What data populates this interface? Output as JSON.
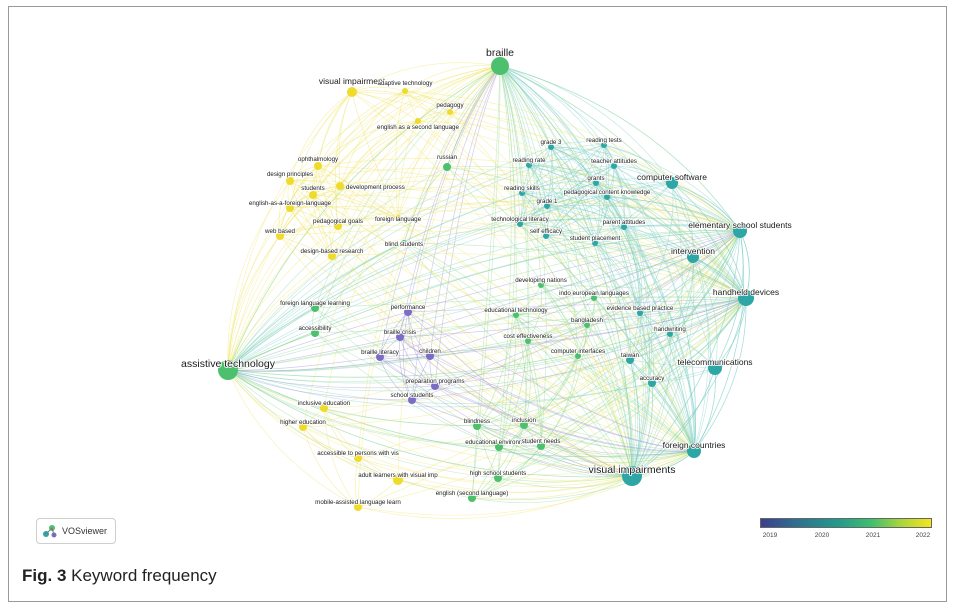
{
  "diagram": {
    "type": "keyword co-occurrence network",
    "caption_label": "Fig. 3",
    "caption_text": "Keyword frequency",
    "brand": "VOSviewer",
    "legend": {
      "ticks": [
        "2019",
        "2020",
        "2021",
        "2022"
      ]
    },
    "colors": {
      "purple": "#7b6dc6",
      "teal": "#2ea6a6",
      "green": "#4cc06c",
      "yellow": "#eedb2a",
      "edge_yellow": "#f0e468",
      "edge_green": "#8fd98f",
      "edge_teal": "#7fcfc8",
      "edge_purple": "#9a8fd8"
    },
    "nodes": [
      {
        "label": "braille",
        "cluster": "green",
        "size": "large",
        "edges": []
      },
      {
        "label": "visual impairment",
        "cluster": "yellow",
        "size": "medium"
      },
      {
        "label": "adaptive technology",
        "cluster": "yellow",
        "size": "small"
      },
      {
        "label": "pedagogy",
        "cluster": "yellow",
        "size": "small"
      },
      {
        "label": "english as a second language",
        "cluster": "yellow",
        "size": "small"
      },
      {
        "label": "russian",
        "cluster": "green",
        "size": "small"
      },
      {
        "label": "ophthalmology",
        "cluster": "yellow",
        "size": "small"
      },
      {
        "label": "design principles",
        "cluster": "yellow",
        "size": "small"
      },
      {
        "label": "development process",
        "cluster": "yellow",
        "size": "small"
      },
      {
        "label": "students",
        "cluster": "yellow",
        "size": "small"
      },
      {
        "label": "english-as-a-foreign-language",
        "cluster": "yellow",
        "size": "small"
      },
      {
        "label": "foreign language",
        "cluster": "yellow",
        "size": "small"
      },
      {
        "label": "pedagogical goals",
        "cluster": "yellow",
        "size": "small"
      },
      {
        "label": "web based",
        "cluster": "yellow",
        "size": "small"
      },
      {
        "label": "blind students",
        "cluster": "green",
        "size": "small"
      },
      {
        "label": "design-based research",
        "cluster": "yellow",
        "size": "small"
      },
      {
        "label": "grade 3",
        "cluster": "teal",
        "size": "small"
      },
      {
        "label": "reading tests",
        "cluster": "teal",
        "size": "small"
      },
      {
        "label": "reading rate",
        "cluster": "teal",
        "size": "small"
      },
      {
        "label": "teacher attitudes",
        "cluster": "teal",
        "size": "small"
      },
      {
        "label": "grants",
        "cluster": "teal",
        "size": "small"
      },
      {
        "label": "computer software",
        "cluster": "teal",
        "size": "medium"
      },
      {
        "label": "reading skills",
        "cluster": "teal",
        "size": "small"
      },
      {
        "label": "pedagogical content knowledge",
        "cluster": "teal",
        "size": "small"
      },
      {
        "label": "grade 1",
        "cluster": "teal",
        "size": "small"
      },
      {
        "label": "technological literacy",
        "cluster": "teal",
        "size": "small"
      },
      {
        "label": "self efficacy",
        "cluster": "teal",
        "size": "small"
      },
      {
        "label": "parent attitudes",
        "cluster": "teal",
        "size": "small"
      },
      {
        "label": "student placement",
        "cluster": "teal",
        "size": "small"
      },
      {
        "label": "elementary school students",
        "cluster": "teal",
        "size": "medium"
      },
      {
        "label": "intervention",
        "cluster": "teal",
        "size": "medium"
      },
      {
        "label": "developing nations",
        "cluster": "green",
        "size": "small"
      },
      {
        "label": "indo european languages",
        "cluster": "green",
        "size": "small"
      },
      {
        "label": "handheld devices",
        "cluster": "teal",
        "size": "medium"
      },
      {
        "label": "educational technology",
        "cluster": "green",
        "size": "small"
      },
      {
        "label": "bangladesh",
        "cluster": "green",
        "size": "small"
      },
      {
        "label": "evidence based practice",
        "cluster": "teal",
        "size": "small"
      },
      {
        "label": "foreign language learning",
        "cluster": "green",
        "size": "small"
      },
      {
        "label": "performance",
        "cluster": "purple",
        "size": "small"
      },
      {
        "label": "handwriting",
        "cluster": "teal",
        "size": "small"
      },
      {
        "label": "accessibility",
        "cluster": "green",
        "size": "small"
      },
      {
        "label": "braille crisis",
        "cluster": "purple",
        "size": "small"
      },
      {
        "label": "cost effectiveness",
        "cluster": "green",
        "size": "small"
      },
      {
        "label": "braille literacy",
        "cluster": "purple",
        "size": "small"
      },
      {
        "label": "children",
        "cluster": "purple",
        "size": "small"
      },
      {
        "label": "computer interfaces",
        "cluster": "green",
        "size": "small"
      },
      {
        "label": "taiwan",
        "cluster": "teal",
        "size": "small"
      },
      {
        "label": "telecommunications",
        "cluster": "teal",
        "size": "medium"
      },
      {
        "label": "assistive technology",
        "cluster": "green",
        "size": "large"
      },
      {
        "label": "accuracy",
        "cluster": "teal",
        "size": "small"
      },
      {
        "label": "preparation programs",
        "cluster": "purple",
        "size": "small"
      },
      {
        "label": "school students",
        "cluster": "purple",
        "size": "small"
      },
      {
        "label": "inclusive education",
        "cluster": "yellow",
        "size": "small"
      },
      {
        "label": "blindness",
        "cluster": "green",
        "size": "small"
      },
      {
        "label": "inclusion",
        "cluster": "green",
        "size": "small"
      },
      {
        "label": "higher education",
        "cluster": "yellow",
        "size": "small"
      },
      {
        "label": "educational environment",
        "cluster": "green",
        "size": "small"
      },
      {
        "label": "student needs",
        "cluster": "green",
        "size": "small"
      },
      {
        "label": "foreign countries",
        "cluster": "teal",
        "size": "medium"
      },
      {
        "label": "accessible to persons with vis",
        "cluster": "yellow",
        "size": "small"
      },
      {
        "label": "visual impairments",
        "cluster": "teal",
        "size": "large"
      },
      {
        "label": "adult learners with visual imp",
        "cluster": "yellow",
        "size": "small"
      },
      {
        "label": "high school students",
        "cluster": "green",
        "size": "small"
      },
      {
        "label": "english (second language)",
        "cluster": "green",
        "size": "small"
      },
      {
        "label": "mobile-assisted language learn",
        "cluster": "yellow",
        "size": "small"
      }
    ]
  }
}
